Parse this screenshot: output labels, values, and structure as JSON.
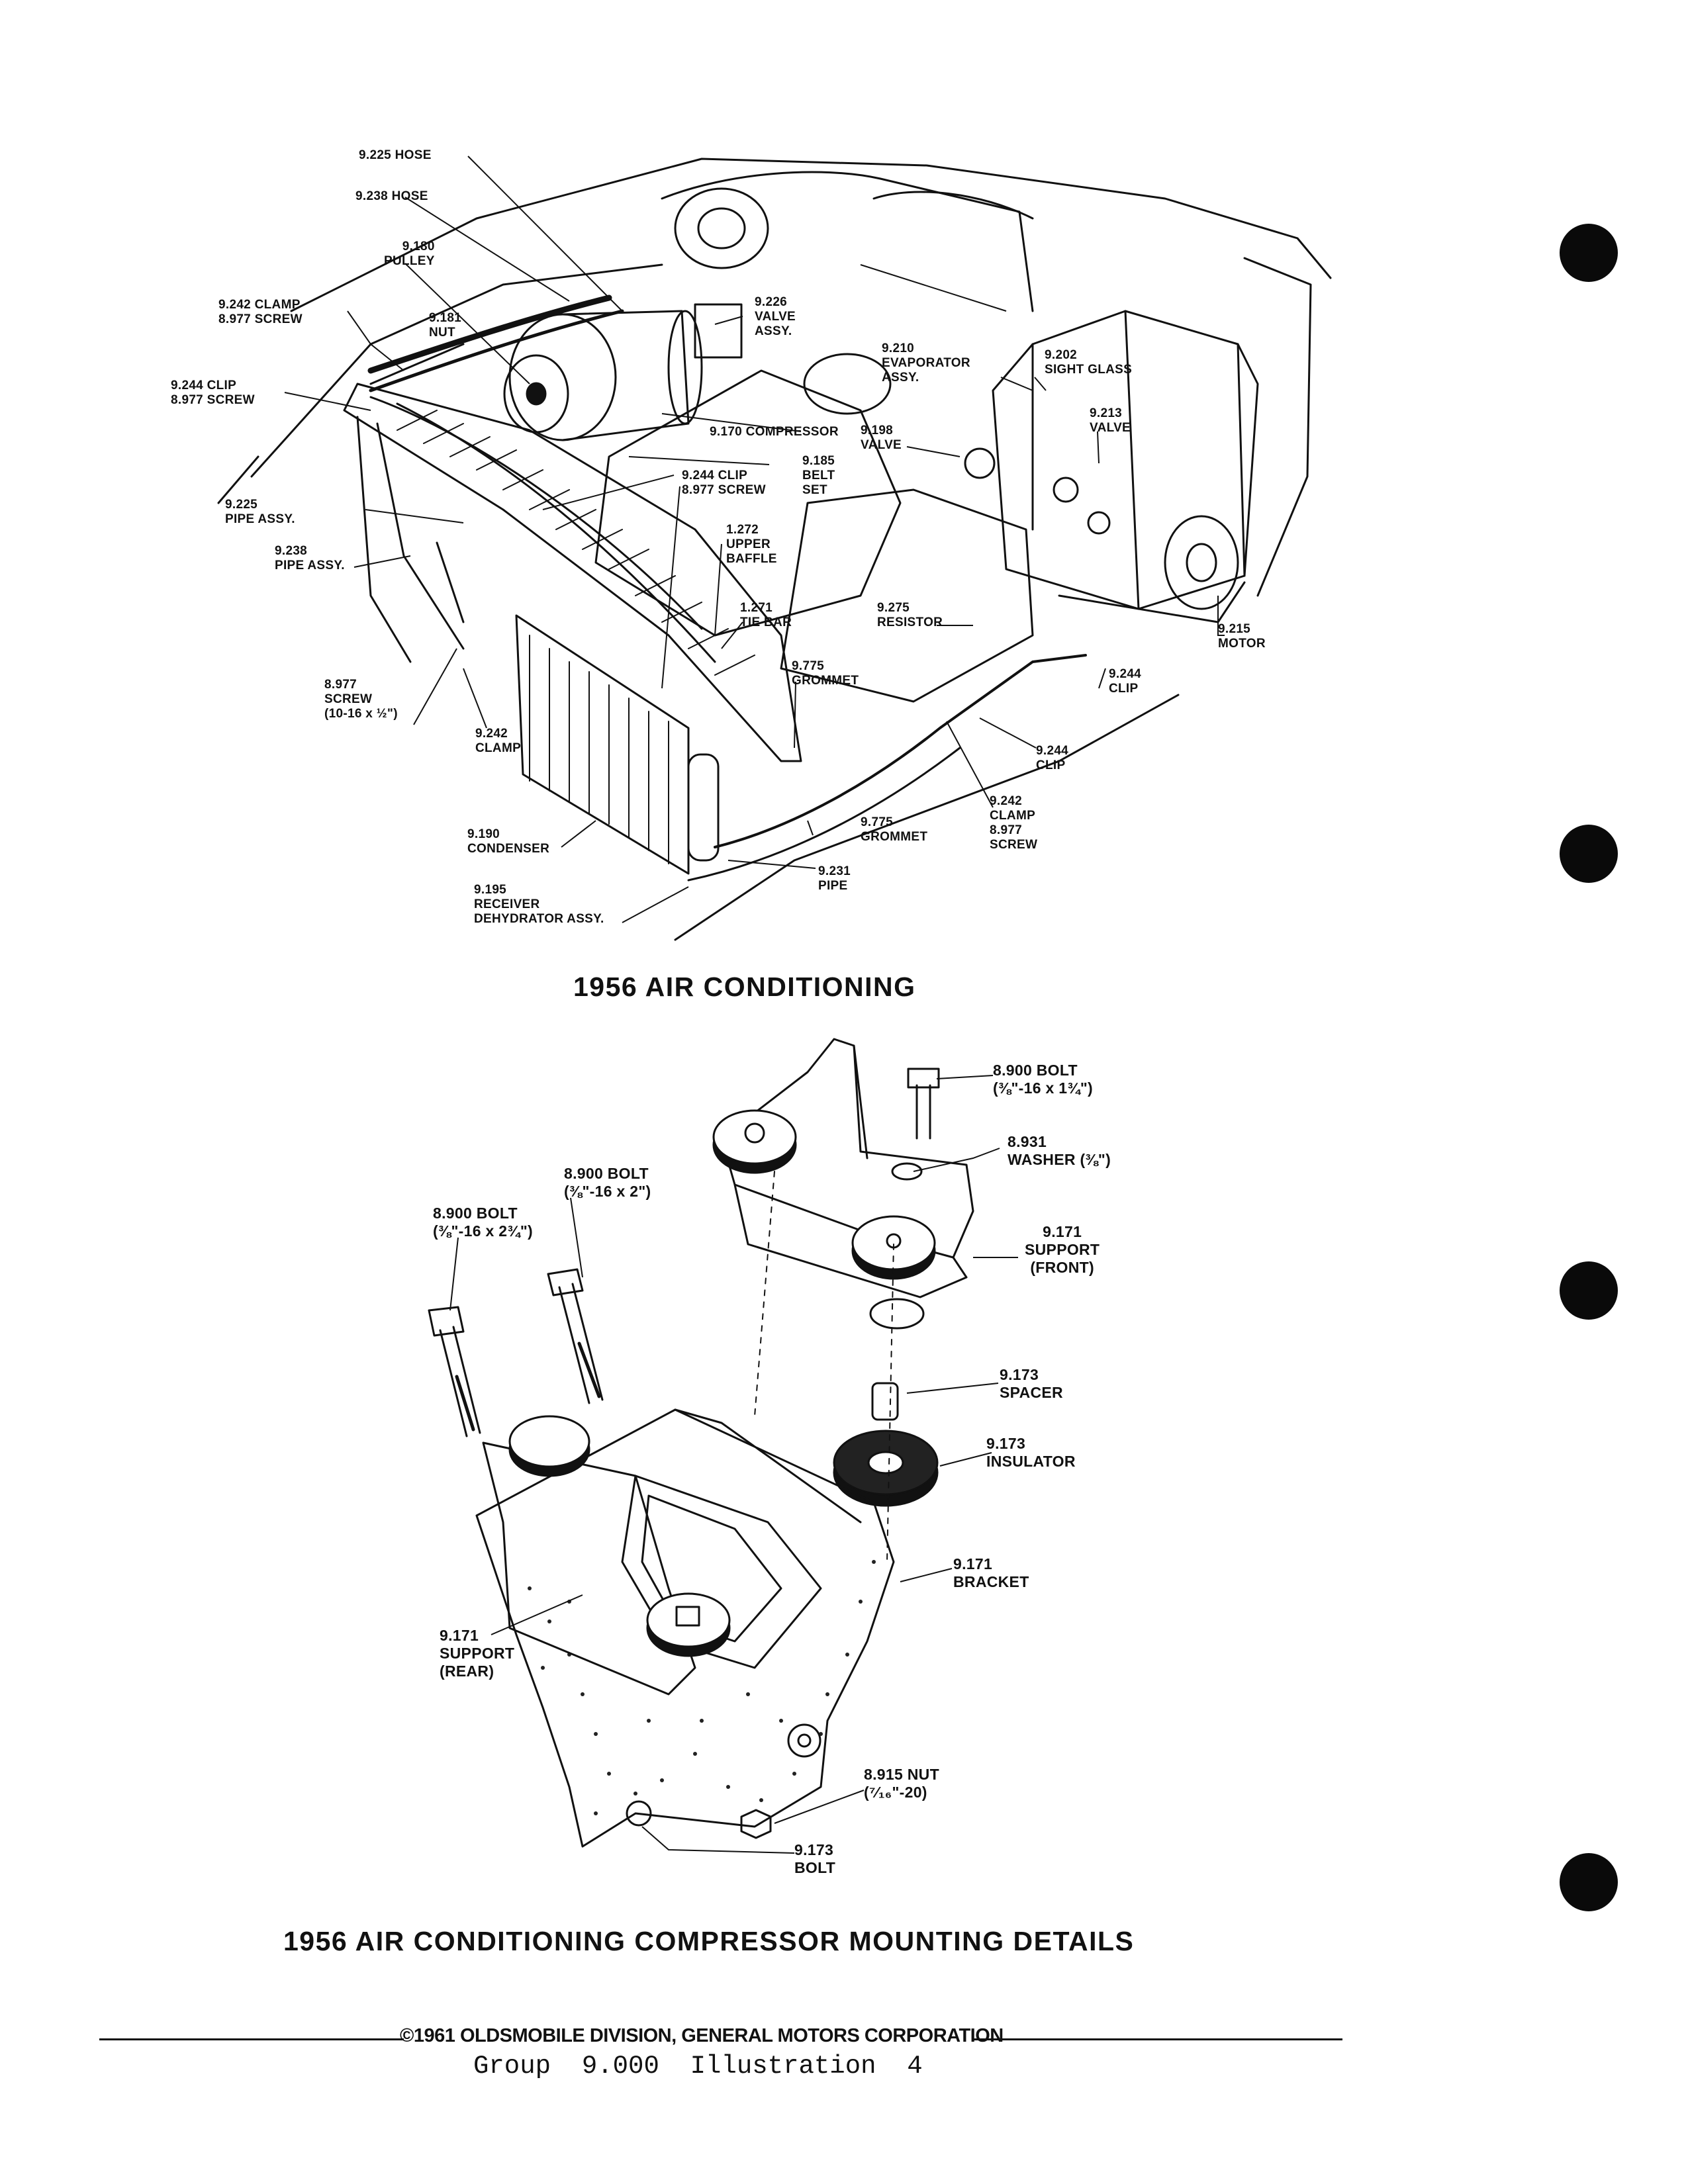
{
  "diagram1": {
    "title": "1956 AIR CONDITIONING",
    "labels": [
      "9.225 HOSE",
      "9.238 HOSE",
      "9.180\nPULLEY",
      "9.242 CLAMP\n8.977 SCREW",
      "9.181\nNUT",
      "9.226\nVALVE\nASSY.",
      "9.244 CLIP\n8.977 SCREW",
      "9.210\nEVAPORATOR\nASSY.",
      "9.202\nSIGHT GLASS",
      "9.170 COMPRESSOR",
      "9.198\nVALVE",
      "9.213\nVALVE",
      "9.185\nBELT\nSET",
      "9.244 CLIP\n8.977 SCREW",
      "9.225\nPIPE ASSY.",
      "9.238\nPIPE ASSY.",
      "1.272\nUPPER\nBAFFLE",
      "1.271\nTIE BAR",
      "9.275\nRESISTOR",
      "9.215\nMOTOR",
      "9.775\nGROMMET",
      "8.977\nSCREW\n(10-16 x ½\")",
      "9.244\nCLIP",
      "9.242\nCLAMP",
      "9.244\nCLIP",
      "9.242\nCLAMP\n8.977\nSCREW",
      "9.190\nCONDENSER",
      "9.775\nGROMMET",
      "9.231\nPIPE",
      "9.195\nRECEIVER\nDEHYDRATOR ASSY."
    ]
  },
  "diagram2": {
    "title": "1956 AIR CONDITIONING COMPRESSOR MOUNTING DETAILS",
    "labels": [
      "8.900 BOLT\n(⅜\"-16 x 1¾\")",
      "8.931\nWASHER (⅜\")",
      "8.900 BOLT\n(⅜\"-16 x 2\")",
      "8.900 BOLT\n(⅜\"-16 x 2¾\")",
      "9.171\nSUPPORT\n(FRONT)",
      "9.173\nSPACER",
      "9.173\nINSULATOR",
      "9.171\nBRACKET",
      "9.171\nSUPPORT\n(REAR)",
      "8.915 NUT\n(⁷⁄₁₆\"-20)",
      "9.173\nBOLT"
    ]
  },
  "footer": {
    "copyright": "©1961 OLDSMOBILE DIVISION, GENERAL MOTORS CORPORATION",
    "group_line": "Group  9.000  Illustration  4"
  }
}
